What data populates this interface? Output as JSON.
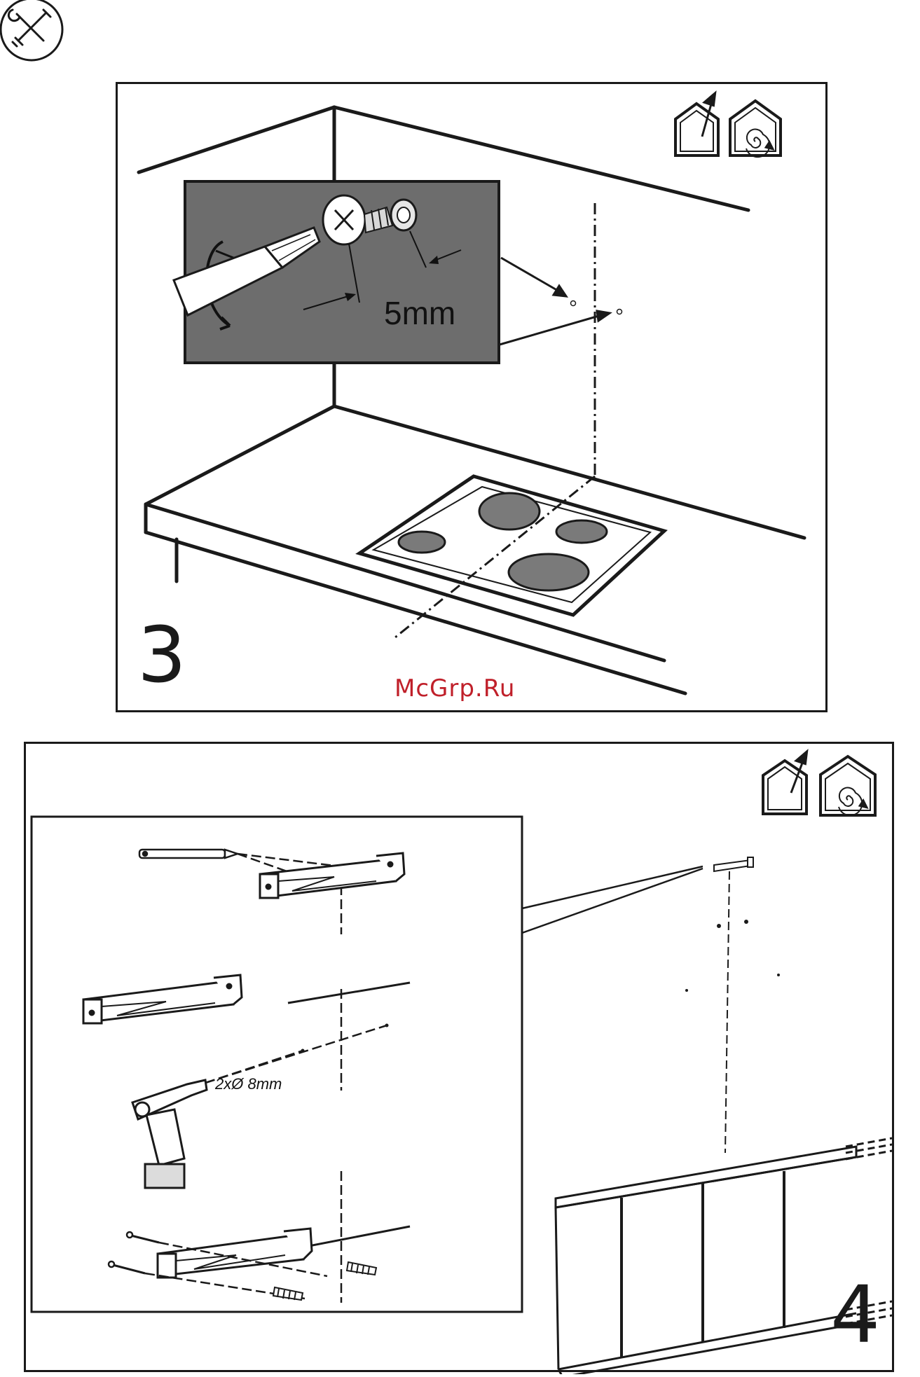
{
  "header": {
    "tools_icon": "wrench-screwdriver-icon"
  },
  "step3": {
    "number": "3",
    "screw_callout": "5mm",
    "mode_icons": [
      "duct-out-house-icon",
      "recirculation-house-icon"
    ]
  },
  "step4": {
    "number": "4",
    "drill_callout": "2xØ 8mm",
    "mode_icons": [
      "duct-out-house-icon",
      "recirculation-house-icon"
    ]
  },
  "watermark": "McGrp.Ru",
  "colors": {
    "ink": "#1a1a1a",
    "inset_bg": "#6d6d6d",
    "burner": "#7a7a7a",
    "watermark": "#c0202a"
  }
}
